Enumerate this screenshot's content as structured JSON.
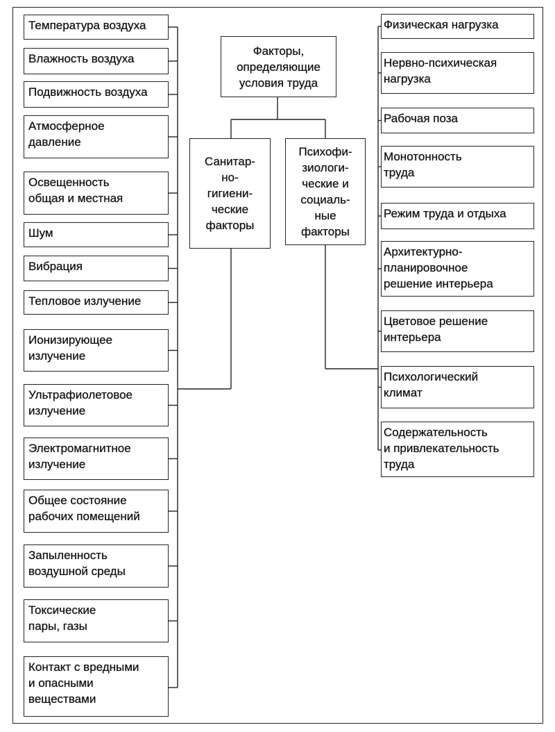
{
  "root": {
    "label": "Факторы,\nопределяющие\nусловия труда"
  },
  "categories": [
    {
      "label": "Санитар-\nно-\nгигиени-\nческие\nфакторы"
    },
    {
      "label": "Психофи-\nзиологи-\nческие и\nсоциаль-\nные\nфакторы"
    }
  ],
  "left_items": [
    "Температура воздуха",
    "Влажность воздуха",
    "Подвижность воздуха",
    "Атмосферное\nдавление",
    "Освещенность\nобщая и местная",
    "Шум",
    "Вибрация",
    "Тепловое излучение",
    "Ионизирующее\nизлучение",
    "Ультрафиолетовое\nизлучение",
    "Электромагнитное\nизлучение",
    "Общее состояние\nрабочих помещений",
    "Запыленность\nвоздушной среды",
    "Токсические\nпары, газы",
    "Контакт с вредными\nи опасными\nвеществами"
  ],
  "right_items": [
    "Физическая нагрузка",
    "Нервно-психическая\nнагрузка",
    "Рабочая поза",
    "Монотонность\nтруда",
    "Режим труда и отдыха",
    "Архитектурно-\nпланировочное\nрешение интерьера",
    "Цветовое решение\nинтерьера",
    "Психологический\nклимат",
    "Содержательность\nи привлекательность\nтруда"
  ]
}
